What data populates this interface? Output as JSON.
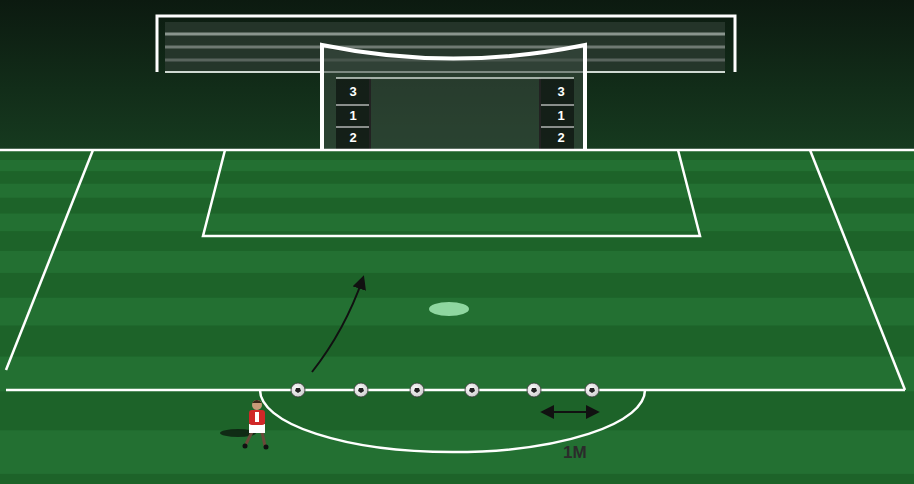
{
  "diagram": {
    "labels": [
      "3",
      "1",
      "2",
      "3",
      "1",
      "2",
      "1M"
    ]
  }
}
